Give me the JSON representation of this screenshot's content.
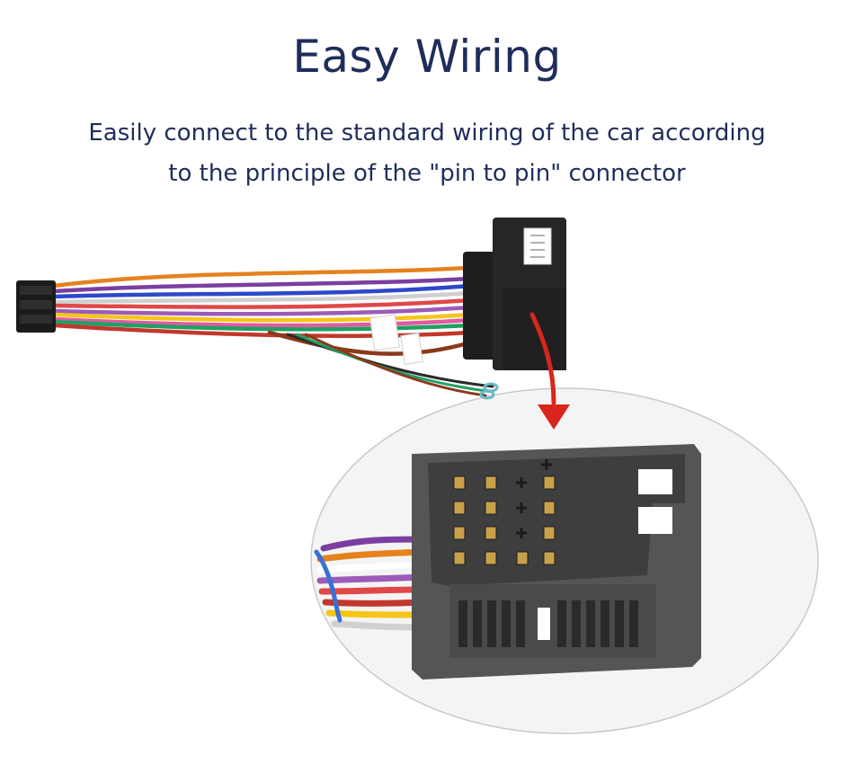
{
  "heading": {
    "title": "Easy Wiring",
    "subtitle_line1": "Easily connect to the standard wiring of the car according",
    "subtitle_line2": "to the principle of the \"pin to pin\" connector"
  },
  "colors": {
    "text": "#1f2d5a",
    "arrow": "#d8261c",
    "connector": "#222222",
    "closeup_housing": "#5a5a5a",
    "closeup_background": "#f2f2f2"
  },
  "icons": {
    "arrow": "curved-arrow-down-icon"
  }
}
